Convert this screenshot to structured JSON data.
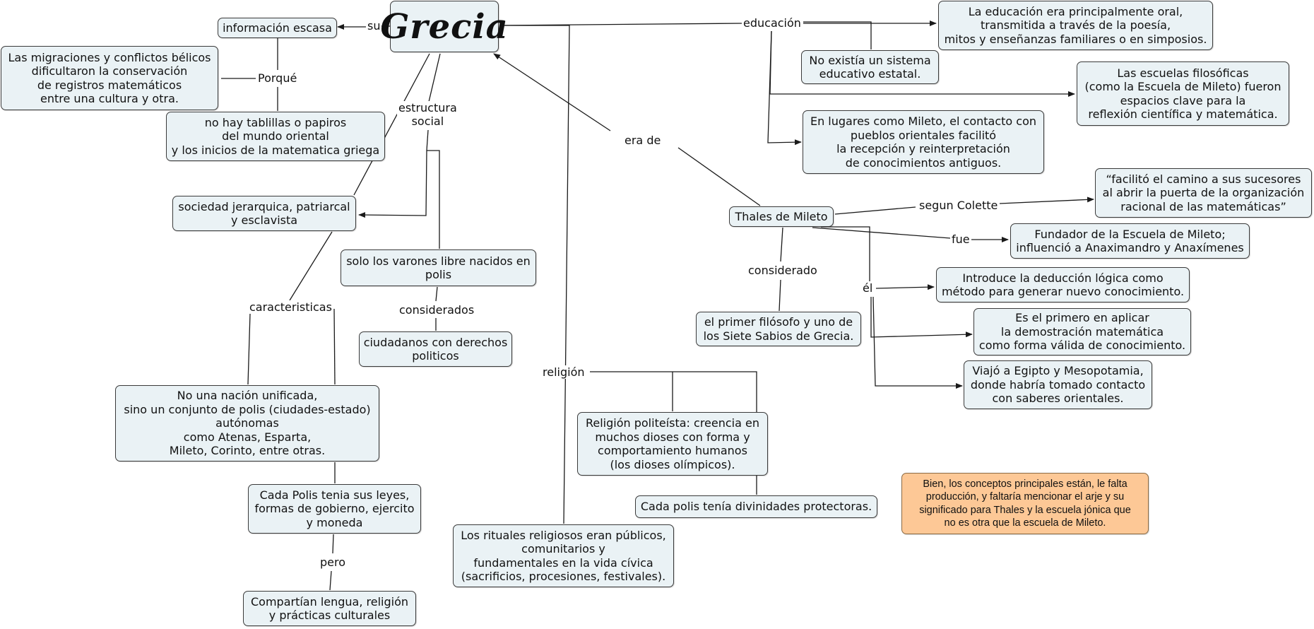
{
  "concept_map": {
    "title": "Grecia",
    "concepts": {
      "info_escasa": "información escasa",
      "migraciones": "Las migraciones y conflictos bélicos\ndificultaron la conservación\nde registros matemáticos\nentre una cultura y otra.",
      "tablillas": "no hay tablillas o papiros\ndel mundo oriental\ny los inicios de la matematica griega",
      "sociedad": "sociedad jerarquica, patriarcal\ny esclavista",
      "varones": "solo los varones libre nacidos en\npolis",
      "ciudadanos": "ciudadanos con derechos\npoliticos",
      "nacion": "No una nación unificada,\nsino un conjunto de polis (ciudades-estado)\nautónomas\ncomo Atenas, Esparta,\nMileto, Corinto, entre otras.",
      "leyes": "Cada Polis tenia sus leyes,\nformas de gobierno, ejercito\ny moneda",
      "lengua": "Compartían lengua, religión\ny prácticas culturales",
      "politeista": "Religión politeísta: creencia en\nmuchos dioses con forma y\ncomportamiento humanos\n(los dioses olímpicos).",
      "divinidades": "Cada polis tenía divinidades protectoras.",
      "rituales": "Los rituales religiosos eran públicos,\ncomunitarios y\nfundamentales en la vida cívica\n(sacrificios, procesiones, festivales).",
      "oral": "La educación era principalmente oral,\ntransmitida a través de la poesía,\nmitos y enseñanzas familiares o en simposios.",
      "no_sistema": "No existía un sistema\neducativo estatal.",
      "escuelas": "Las escuelas filosóficas\n(como la Escuela de Mileto) fueron\nespacios clave para la\nreflexión científica y matemática.",
      "mileto_contacto": "En lugares como Mileto, el contacto con\npueblos orientales facilitó\nla recepción y reinterpretación\nde conocimientos antiguos.",
      "thales": "Thales de Mileto",
      "colette_quote": "“facilitó el camino a sus sucesores\nal abrir la puerta de la organización\nracional de las matemáticas”",
      "fundador": "Fundador de la Escuela de Mileto;\ninfluenció a Anaximandro y Anaxímenes",
      "deduccion": "Introduce la deducción lógica como\nmétodo para generar nuevo conocimiento.",
      "demostracion": "Es el primero en aplicar\nla demostración matemática\ncomo forma válida de conocimiento.",
      "egipto": "Viajó a Egipto y Mesopotamia,\ndonde habría tomado contacto\ncon saberes orientales.",
      "primer_filosofo": "el primer filósofo y uno de\nlos Siete Sabios de Grecia."
    },
    "linking_phrases": {
      "su": "su",
      "porque": "Porqué",
      "estructura_social": "estructura\nsocial",
      "caracteristicas": "caracteristicas",
      "considerados": "considerados",
      "pero": "pero",
      "religion": "religión",
      "educacion": "educación",
      "era_de": "era de",
      "segun_colette": "segun Colette",
      "fue": "fue",
      "el": "él",
      "considerado": "considerado"
    },
    "teacher_note": "Bien, los conceptos principales están, le falta\nproducción, y faltaría mencionar el arje y su\nsignificado para Thales y la escuela jónica que\nno es otra que la escuela de Mileto."
  }
}
